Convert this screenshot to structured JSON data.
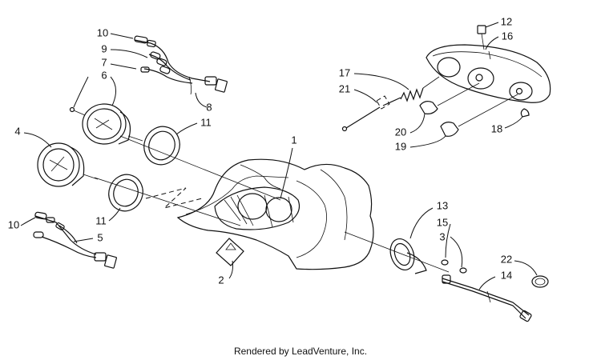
{
  "parts": {
    "p1": "1",
    "p2": "2",
    "p3": "3",
    "p4": "4",
    "p5": "5",
    "p6": "6",
    "p7": "7",
    "p8": "8",
    "p9": "9",
    "p10a": "10",
    "p10b": "10",
    "p11a": "11",
    "p11b": "11",
    "p12": "12",
    "p13": "13",
    "p14": "14",
    "p15": "15",
    "p16": "16",
    "p17": "17",
    "p18": "18",
    "p19": "19",
    "p20": "20",
    "p21": "21",
    "p22": "22"
  },
  "footer": "Rendered by LeadVenture, Inc."
}
